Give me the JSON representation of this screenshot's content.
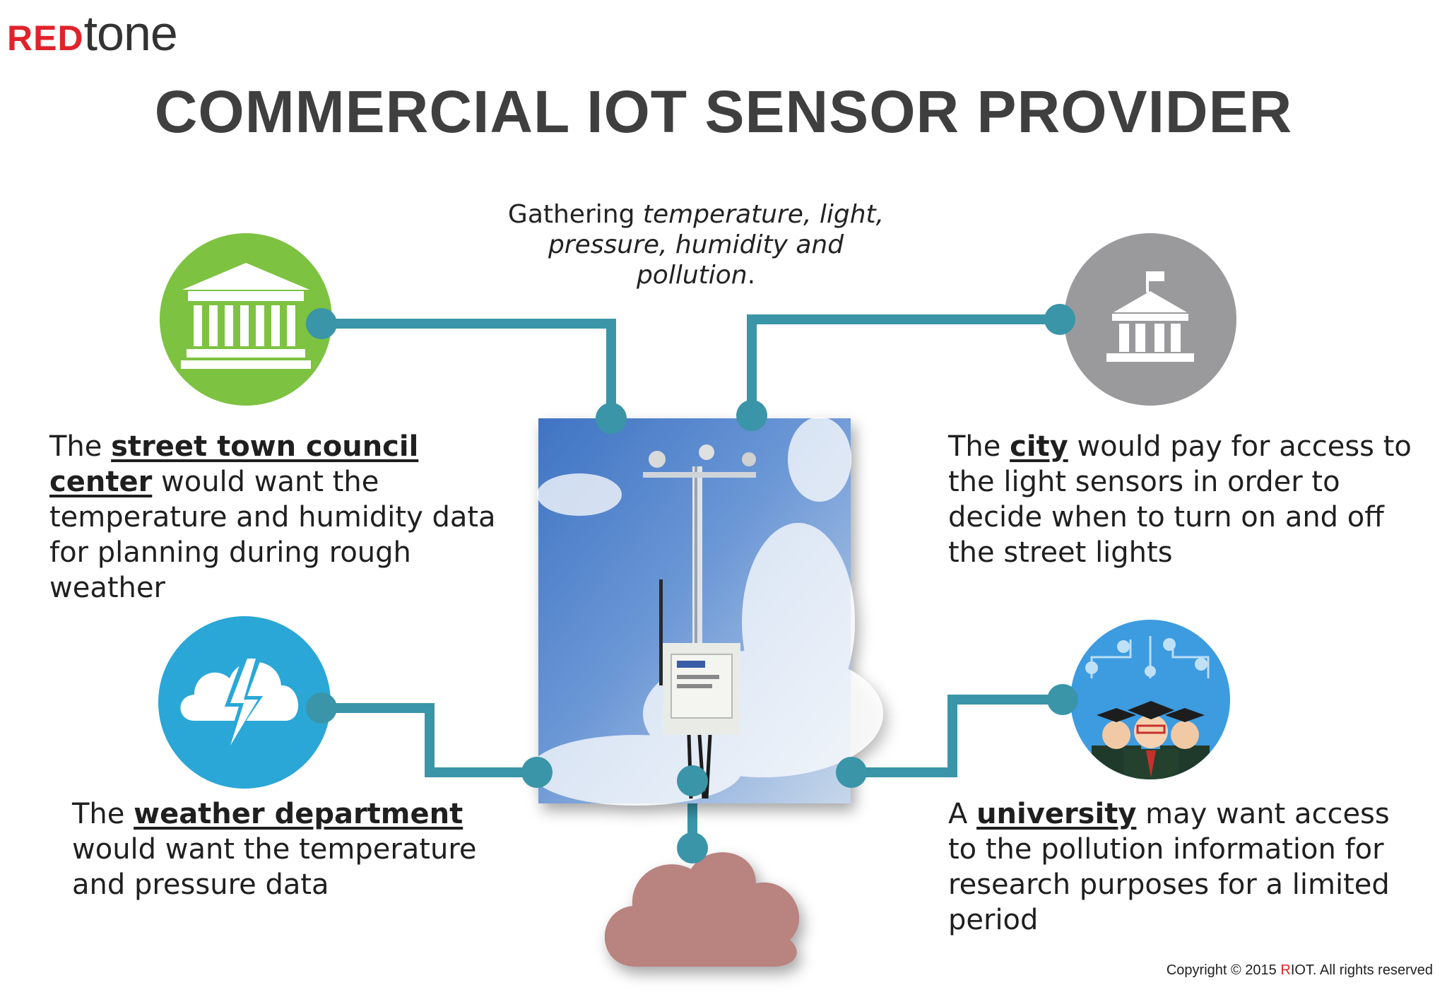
{
  "logo": {
    "red": "RED",
    "rest": "tone"
  },
  "title": "COMMERCIAL IOT SENSOR PROVIDER",
  "gathering": {
    "lead": "Gathering ",
    "items_line1": "temperature, light,",
    "items_line2": "pressure, humidity and",
    "items_line3": "pollution",
    "end": "."
  },
  "council": {
    "pre": "The ",
    "entity": "street town council center",
    "post": " would want the temperature and humidity data for planning during rough weather"
  },
  "city": {
    "pre": "The ",
    "entity": "city",
    "post": " would pay for access to the light sensors in order to decide when to turn on and off the street lights"
  },
  "weather": {
    "pre": "The ",
    "entity": "weather department",
    "post": " would want the temperature and pressure data"
  },
  "university": {
    "pre": "A ",
    "entity": "university",
    "post": " may want access to the pollution information for research purposes for a limited period"
  },
  "copyright": {
    "pre": "Copyright © 2015 ",
    "r": "R",
    "rest": "IOT. All rights reserved"
  },
  "colors": {
    "connector": "#3a95a8",
    "green": "#7dc241",
    "gray": "#9a9a9c",
    "blue": "#2aa7d6",
    "cloud": "#b98380",
    "university": "#3d9be0"
  }
}
